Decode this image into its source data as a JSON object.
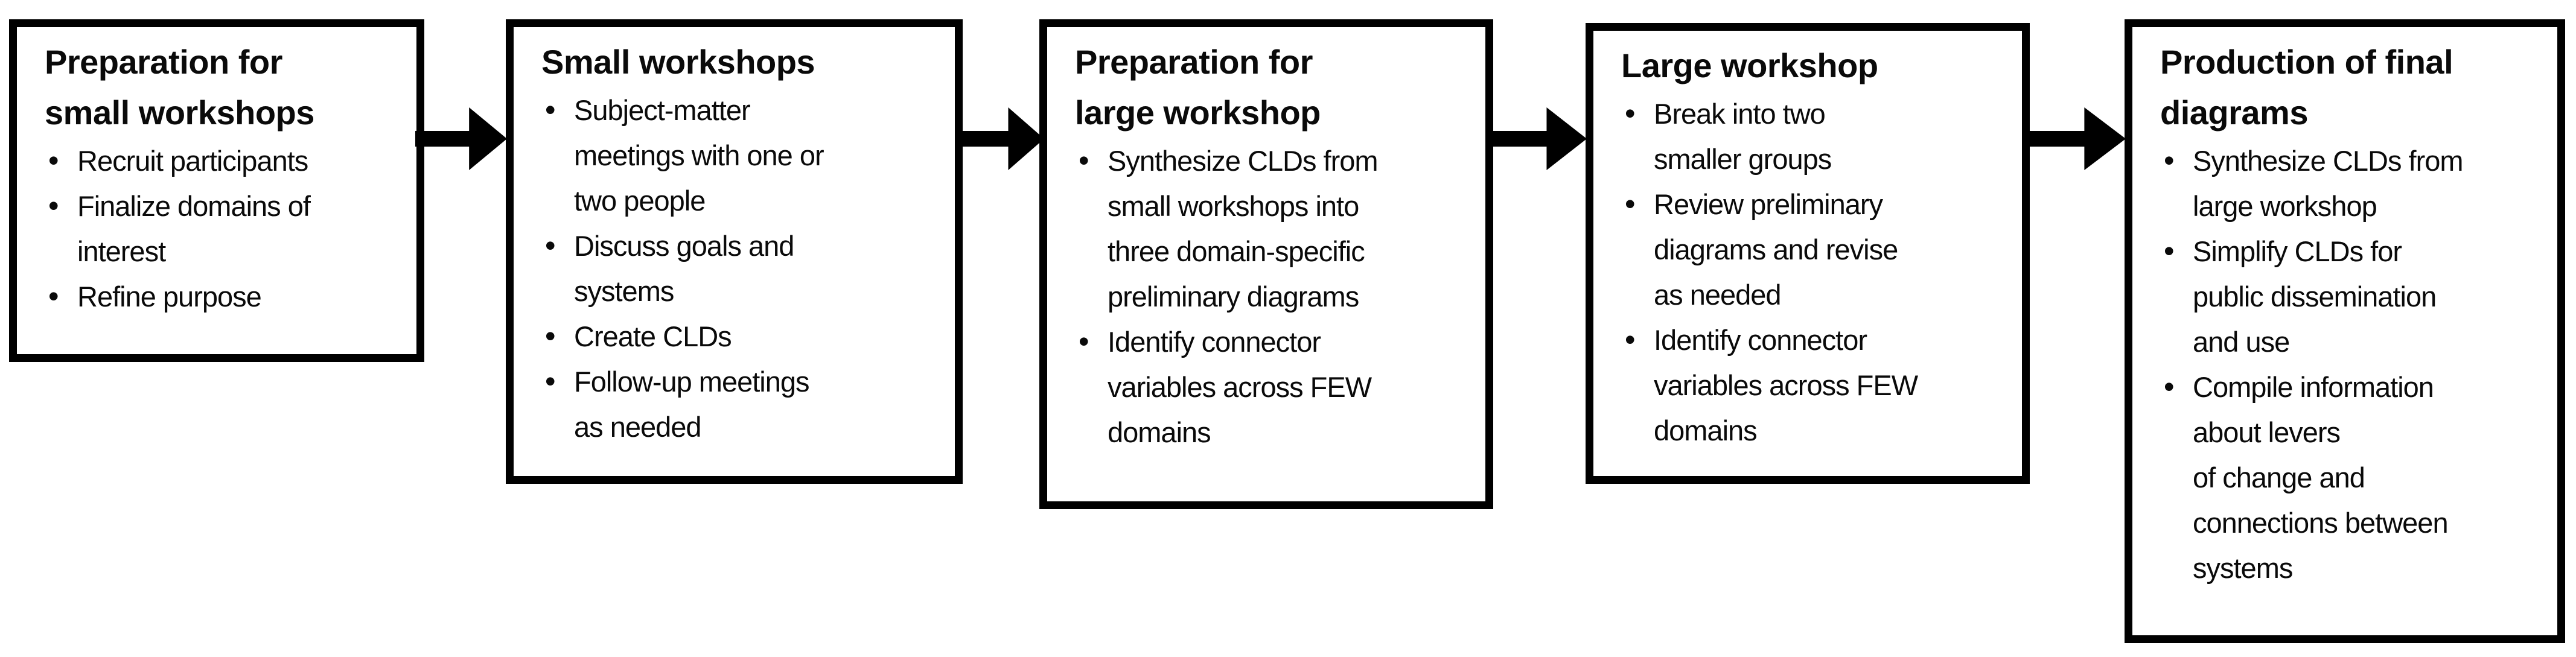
{
  "diagram": {
    "background_color": "#ffffff",
    "box_border_color": "#000000",
    "text_color": "#0a0a0a",
    "arrow_color": "#000000",
    "bullet_char": "•",
    "boxes": [
      {
        "title": "Preparation for\nsmall workshops",
        "bullets": [
          "Recruit participants",
          "Finalize domains of\ninterest",
          "Refine purpose"
        ]
      },
      {
        "title": "Small workshops",
        "bullets": [
          "Subject-matter\nmeetings with one or\ntwo people",
          "Discuss goals and\nsystems",
          "Create CLDs",
          "Follow-up meetings\nas needed"
        ]
      },
      {
        "title": "Preparation for\nlarge workshop",
        "bullets": [
          "Synthesize CLDs from\nsmall workshops into\nthree domain-specific\npreliminary diagrams",
          "Identify connector\nvariables across FEW\ndomains"
        ]
      },
      {
        "title": "Large workshop",
        "bullets": [
          "Break into two\nsmaller groups",
          "Review preliminary\ndiagrams and revise\nas needed",
          "Identify connector\nvariables across FEW\ndomains"
        ]
      },
      {
        "title": "Production of final\ndiagrams",
        "bullets": [
          "Synthesize CLDs from\nlarge workshop",
          "Simplify CLDs for\npublic dissemination\nand use",
          "Compile information\nabout levers\nof change and\nconnections between\nsystems"
        ]
      }
    ]
  }
}
